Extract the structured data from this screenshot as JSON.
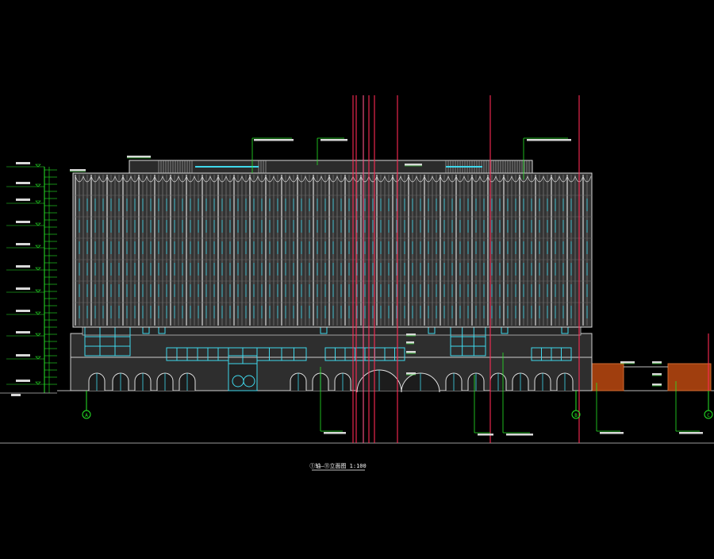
{
  "drawing": {
    "title": "①轴—⑪立面图 1:100",
    "grid_labels": [
      "A",
      "B",
      "C"
    ],
    "colors": {
      "background": "#000000",
      "facade": "#2e2e2e",
      "fin": "#d8d8d8",
      "glass": "#3fd8ec",
      "annotation": "#26e826",
      "axis": "#ff2a55",
      "brick": "#a03e0e"
    }
  }
}
